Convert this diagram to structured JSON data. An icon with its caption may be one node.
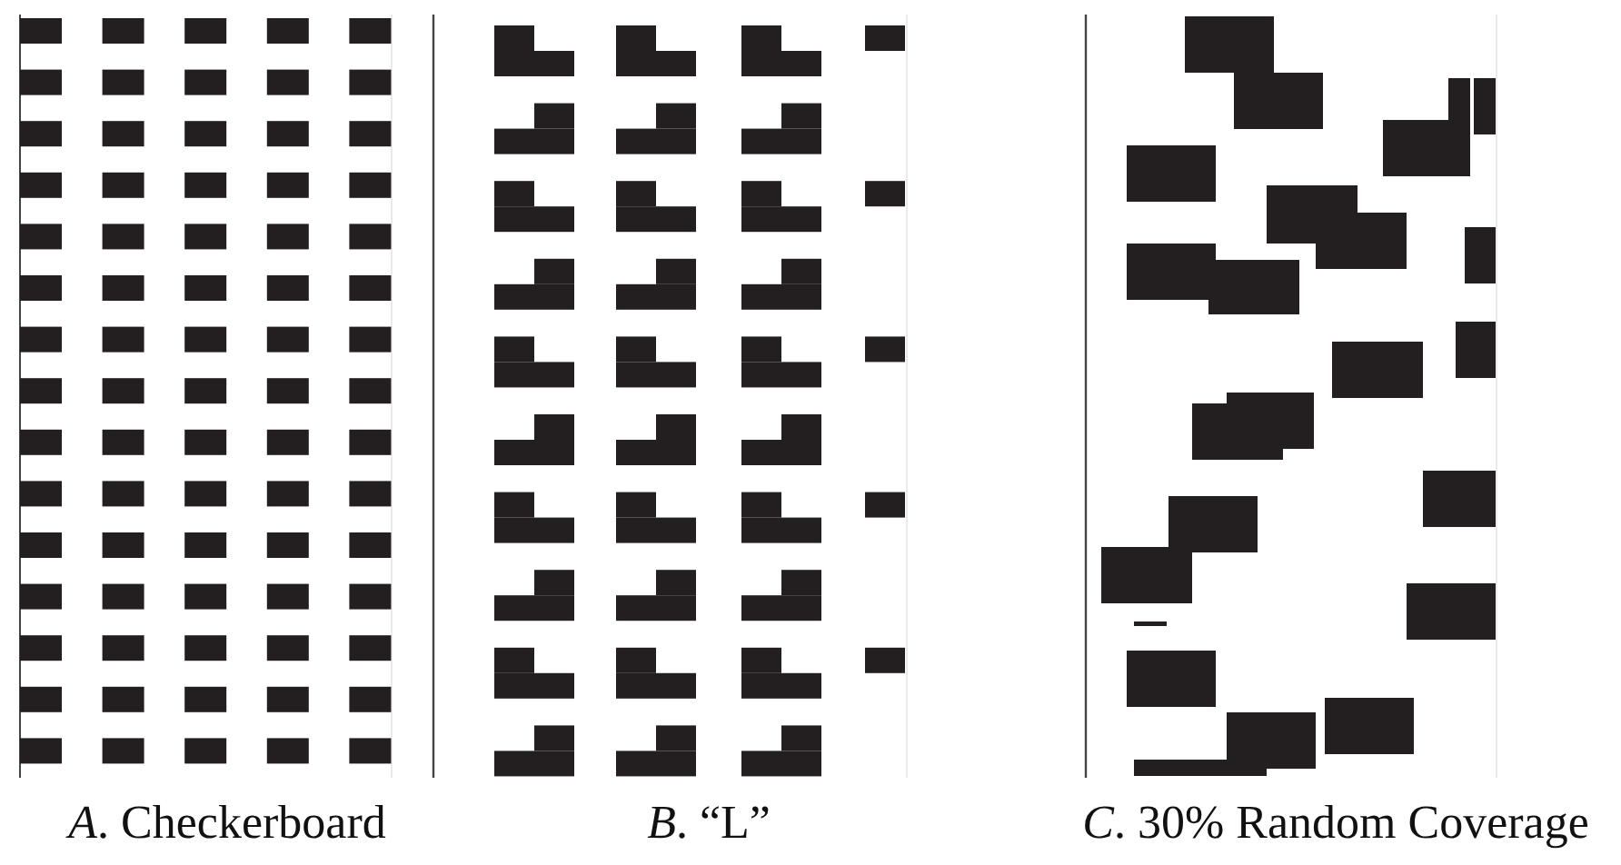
{
  "diagram": {
    "labels": [
      "*A*. Checkerboard",
      "*B*. “L”",
      "*C*. 30% Random Coverage"
    ]
  }
}
